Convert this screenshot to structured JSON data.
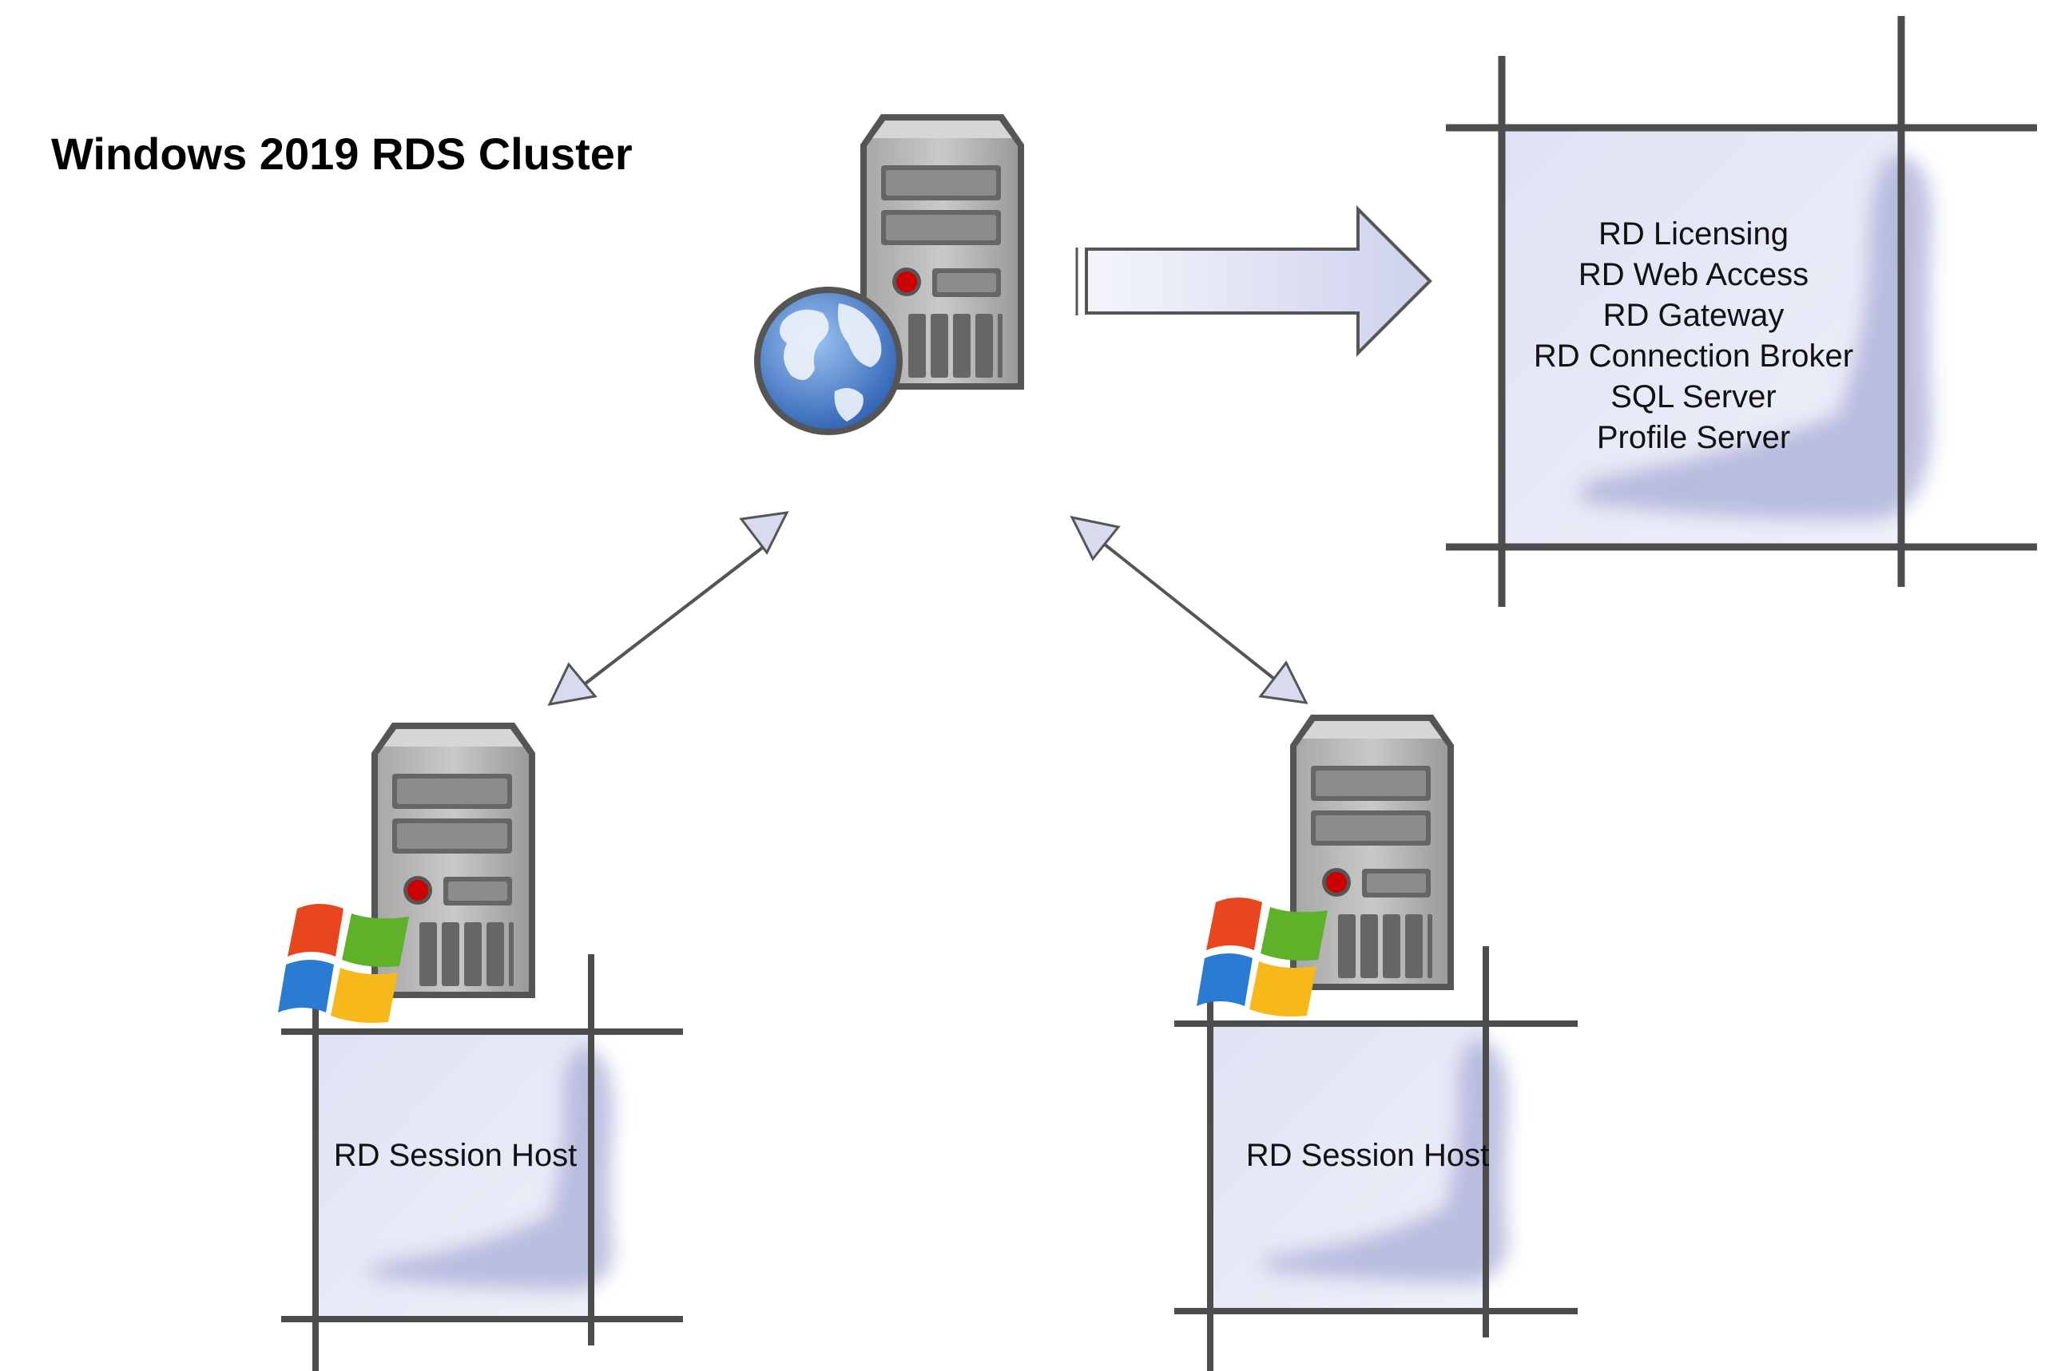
{
  "title": "Windows 2019 RDS Cluster",
  "roles_box": {
    "items": [
      "RD Licensing",
      "RD Web Access",
      "RD Gateway",
      "RD Connection Broker",
      "SQL Server",
      "Profile Server"
    ]
  },
  "session_hosts": [
    {
      "label": "RD Session Host"
    },
    {
      "label": "RD Session Host"
    }
  ],
  "icons": {
    "web_server": [
      "server-icon",
      "globe-icon"
    ],
    "session_host": [
      "server-icon",
      "windows-logo-icon"
    ]
  },
  "colors": {
    "box_fill": "#e6e8f5",
    "box_shadow": "#a9acd6",
    "grid_line": "#4d4d4d",
    "arrow_fill": "#d8dbef",
    "server_body": "#8c8c8c",
    "server_light": "#cc0000",
    "globe_blue": "#3f74c8"
  }
}
